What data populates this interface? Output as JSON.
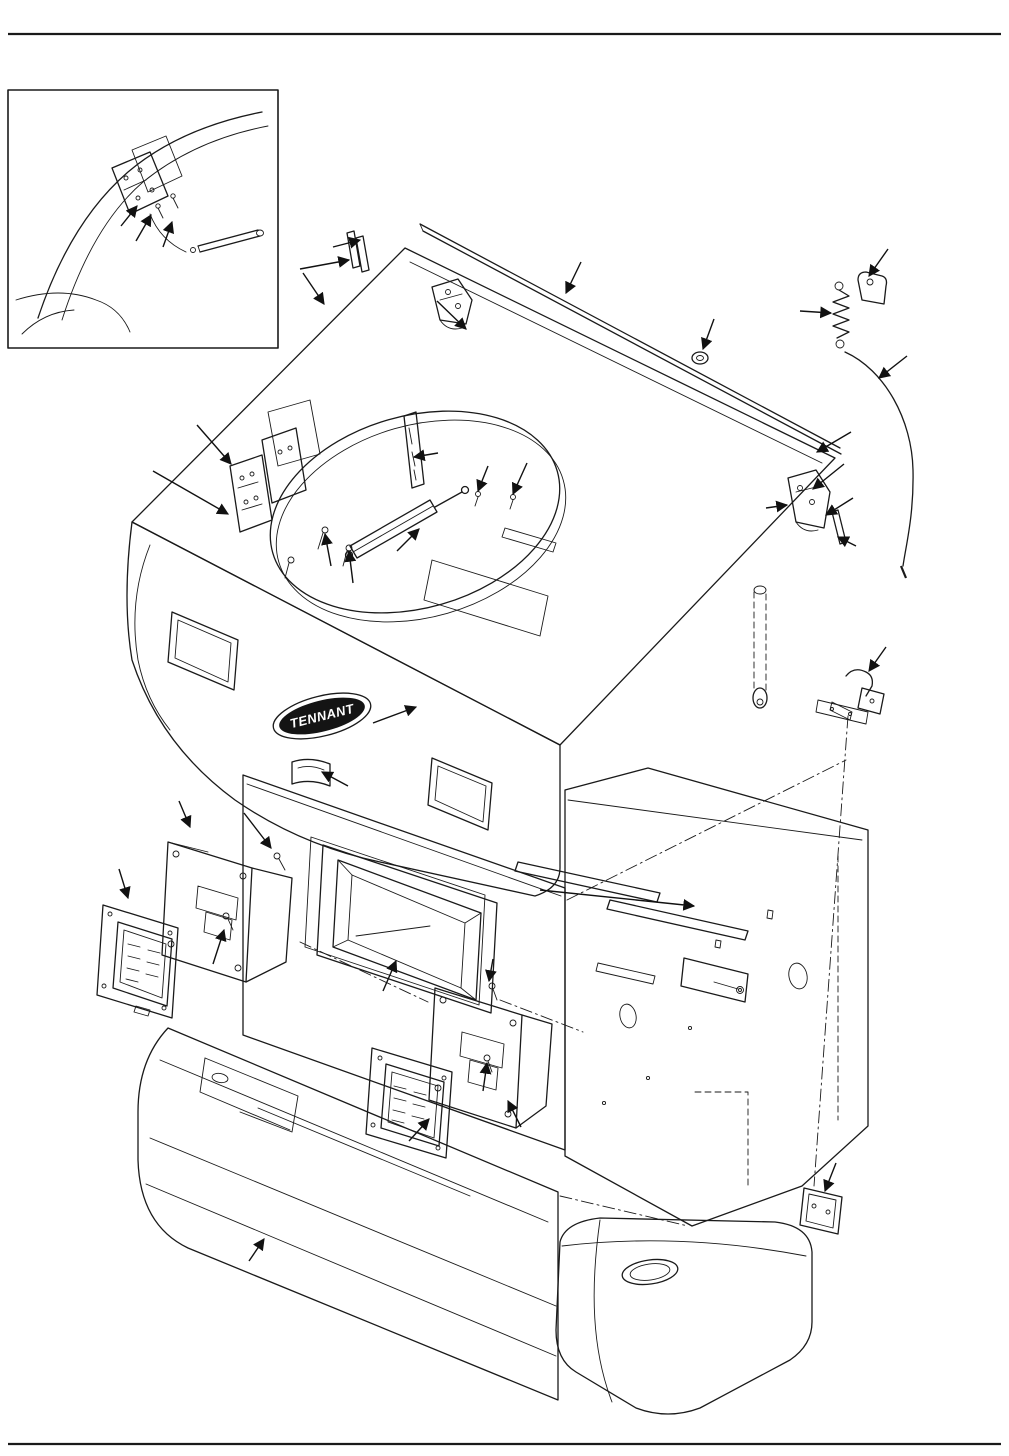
{
  "page": {
    "background": "#ffffff",
    "line_color": "#1a1a1a",
    "rule_color": "#111111"
  },
  "diagram": {
    "type": "exploded-parts-line-drawing",
    "logo": {
      "text": "TENNANT",
      "badge_fill": "#141414",
      "text_color": "#ffffff"
    },
    "parts": [
      "detail-inset",
      "hood-lid",
      "seat-opening",
      "hinge-rod",
      "hinge-strips",
      "hinge-bracket-left",
      "hinge-bracket-right",
      "hinge-pin",
      "gas-strut",
      "mounting-plates",
      "slotted-strip",
      "grommet",
      "lift-spring",
      "spring-bracket",
      "prop-cable",
      "latch-assembly",
      "striker-keyhole",
      "tennant-badge",
      "grab-handle",
      "side-recess",
      "front-shroud",
      "vent-bezel",
      "bezel-seal",
      "headlight-assembly-left",
      "headlight-assembly-center",
      "trim-strips",
      "machine-body",
      "front-bumper",
      "recovery-tank",
      "mounting-bracket-lower",
      "callout-arrows"
    ]
  }
}
